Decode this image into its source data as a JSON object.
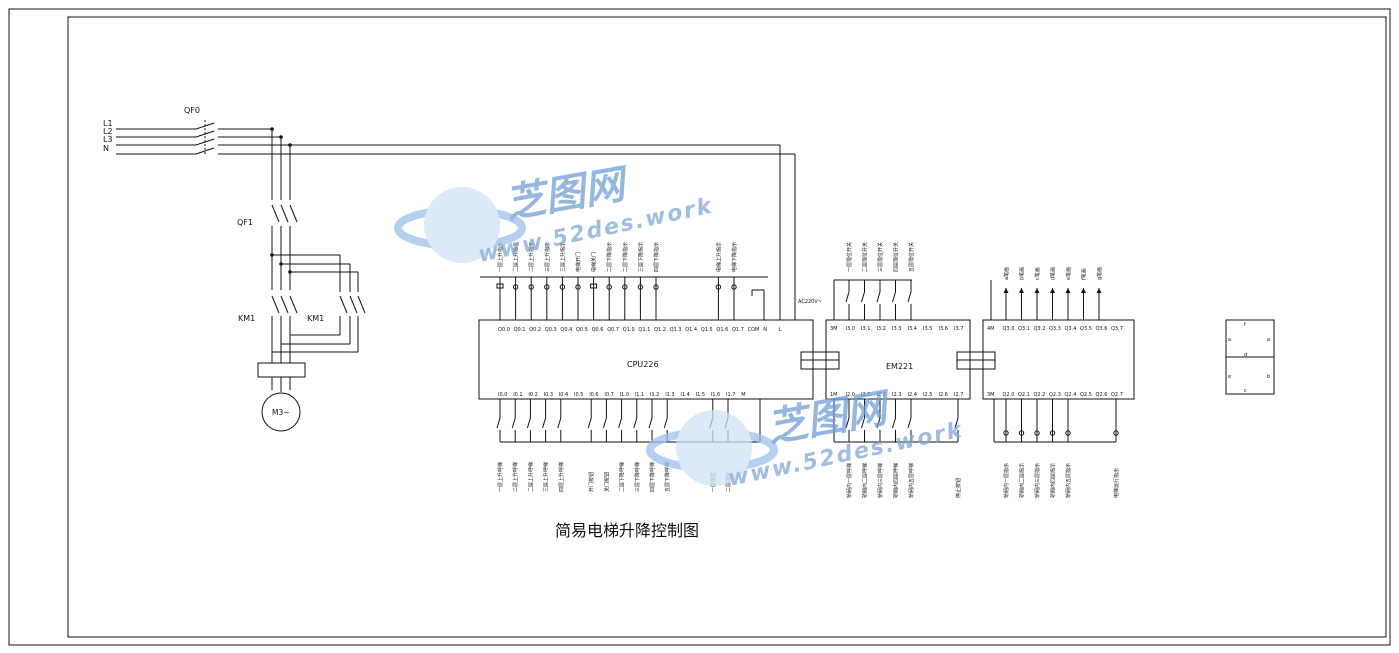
{
  "title": "简易电梯升降控制图",
  "power": {
    "lines": [
      "L1",
      "L2",
      "L3",
      "N"
    ],
    "breaker_main": "QF0",
    "breaker_motor": "QF1",
    "contactor_labels": [
      "KM1",
      "KM1"
    ],
    "motor": "M3~"
  },
  "cpu": {
    "name": "CPU226",
    "supply": "AC220V~",
    "output_terminals": [
      "Q0.0",
      "Q0.1",
      "Q0.2",
      "Q0.3",
      "Q0.4",
      "Q0.5",
      "Q0.6",
      "Q0.7",
      "Q1.0",
      "Q1.1",
      "Q1.2",
      "Q1.3",
      "Q1.4",
      "Q1.5",
      "Q1.6",
      "Q1.7",
      "COM",
      "N",
      "L"
    ],
    "input_terminals": [
      "I0.0",
      "I0.1",
      "I0.2",
      "I0.3",
      "I0.4",
      "I0.5",
      "I0.6",
      "I0.7",
      "I1.0",
      "I1.1",
      "I1.2",
      "I1.3",
      "I1.4",
      "I1.5",
      "I1.6",
      "I1.7",
      "M"
    ],
    "output_labels": [
      "一层上升指示",
      "二层上升指示",
      "二层上升指示",
      "三层上升指示",
      "三层上升指示",
      "电梯开门",
      "电梯关门",
      "二层下降指示",
      "二层下降指示",
      "三层下降指示",
      "四层下降指示",
      "",
      "",
      "电梯上升指示",
      "电梯下降指示"
    ],
    "input_labels": [
      "一层上升呼梯",
      "二层上升呼梯",
      "二层上升呼梯",
      "三层上升呼梯",
      "四层上升呼梯",
      "",
      "开门按钮",
      "关门按钮",
      "二层下降呼梯",
      "三层下降呼梯",
      "四层下降呼梯",
      "五层下降呼梯",
      "",
      "",
      "一层限位",
      "二层限位"
    ]
  },
  "em221": {
    "name": "EM221",
    "terminals_top": [
      "3M",
      "I3.0",
      "I3.1",
      "I3.2",
      "I3.3",
      "I3.4",
      "I3.5",
      "I3.6",
      "I3.7"
    ],
    "terminals_bottom": [
      "1M",
      "I2.0",
      "I2.1",
      "I2.2",
      "I2.3",
      "I2.4",
      "I2.5",
      "I2.6",
      "I2.7"
    ],
    "top_labels": [
      "一层限位开关",
      "二层限位开关",
      "三层限位开关",
      "四层限位开关",
      "五层限位开关"
    ],
    "bottom_labels": [
      "轿厢内一层呼梯",
      "轿厢内二层呼梯",
      "轿厢内三层呼梯",
      "轿厢内四层呼梯",
      "轿厢内五层呼梯",
      "停止按钮"
    ]
  },
  "em222": {
    "terminals_top": [
      "4M",
      "Q3.0",
      "Q3.1",
      "Q3.2",
      "Q3.3",
      "Q3.4",
      "Q3.5",
      "Q3.6",
      "Q3.7"
    ],
    "terminals_bottom": [
      "3M",
      "Q2.0",
      "Q2.1",
      "Q2.2",
      "Q2.3",
      "Q2.4",
      "Q2.5",
      "Q2.6",
      "Q2.7"
    ],
    "top_labels": [
      "a笔画",
      "b笔画",
      "c笔画",
      "d笔画",
      "e笔画",
      "f笔画",
      "g笔画"
    ],
    "bottom_labels": [
      "轿厢内一层指示",
      "轿厢内二层指示",
      "轿厢内三层指示",
      "轿厢内四层指示",
      "轿厢内五层指示",
      "电梯运行指示"
    ]
  },
  "seven_segment": [
    "f",
    "a",
    "g",
    "b",
    "e",
    "c"
  ],
  "watermark": {
    "cn": "芝图网",
    "en": "www.52des.work"
  },
  "colors": {
    "line": "#111111",
    "watermark": "#6f9fd8"
  }
}
